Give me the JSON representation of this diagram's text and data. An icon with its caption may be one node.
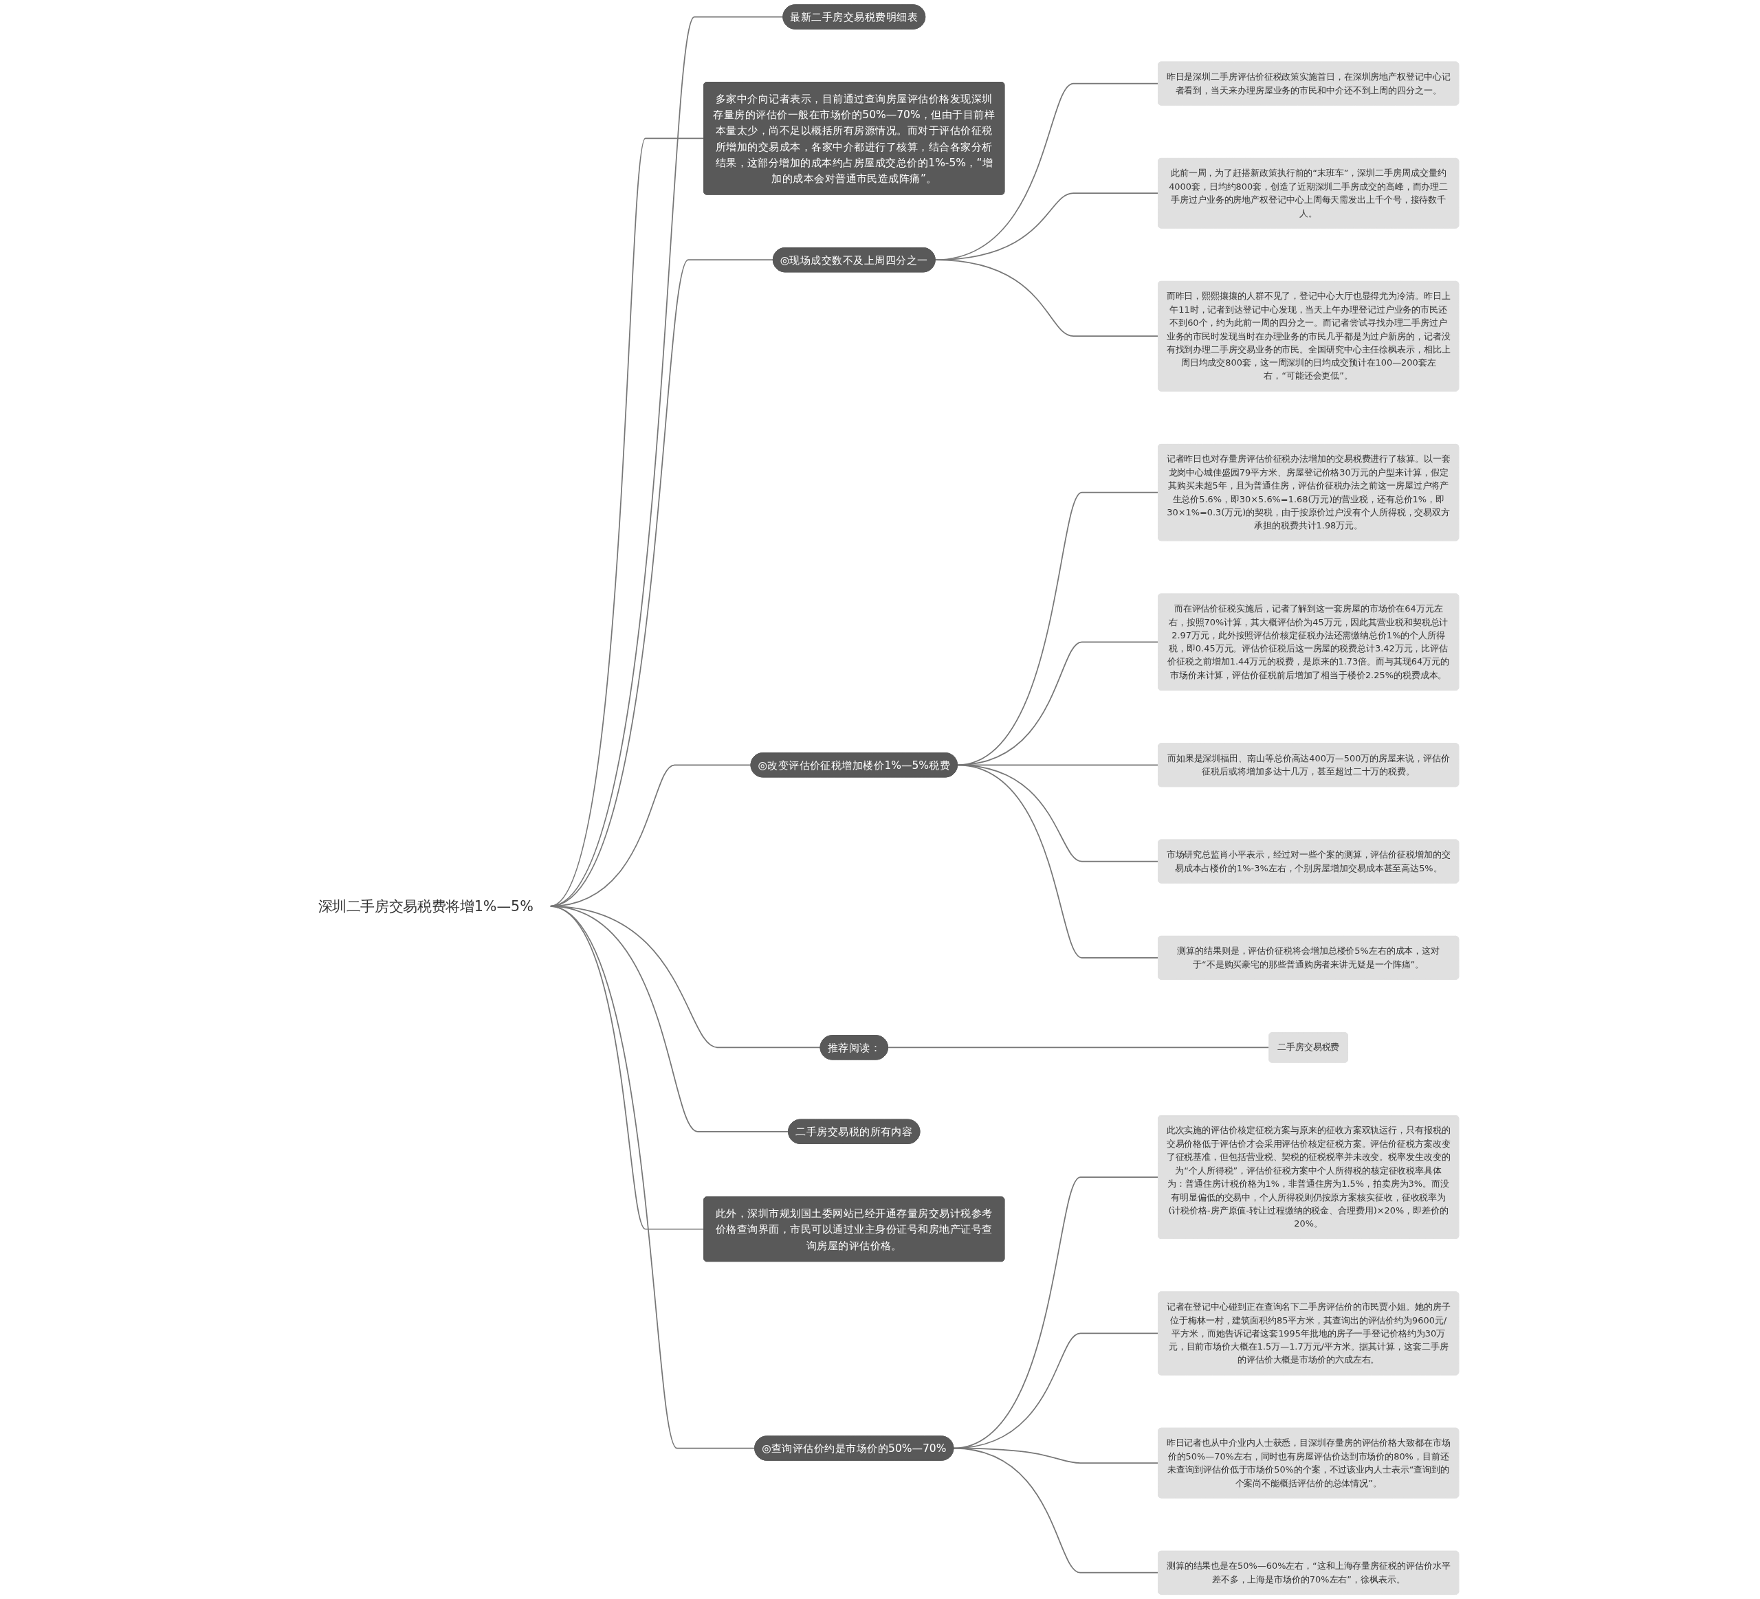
{
  "diagram": {
    "nodes": [
      {
        "text": [
          "深圳二手房交易税费将增1%—5%"
        ]
      },
      {
        "text": [
          "最新二手房交易税费明细表"
        ]
      },
      {
        "text": [
          "多家中介向记者表示，目前通过查询房屋评估价格发现深圳存量房的评估价一般在市场价的50%—70%，但由于目前样本量太少，尚不足以概括所有房源情况。而对于评估价征税所增加的交易成本，各家中介都进行了核算，结合各家分析结果，这部分增加的成本约占房屋成交总价的1%-5%，“增加的成本会对普通市民造成阵痛”。"
        ]
      },
      {
        "text": [
          "◎现场成交数不及上周四分之一"
        ]
      },
      {
        "text": [
          "昨日是深圳二手房评估价征税政策实施首日，在深圳房地产权登记中心记者看到，当天来办理房屋业务的市民和中介还不到上周的四分之一。"
        ]
      },
      {
        "text": [
          "此前一周，为了赶搭新政策执行前的“末班车”，深圳二手房周成交量约4000套，日均约800套，创造了近期深圳二手房成交的高峰，而办理二手房过户业务的房地产权登记中心上周每天需发出上千个号，接待数千人。"
        ]
      },
      {
        "text": [
          "而昨日，熙熙攘攘的人群不见了，登记中心大厅也显得尤为冷清。昨日上午11时，记者到达登记中心发现，当天上午办理登记过户业务的市民还不到60个，约为此前一周的四分之一。而记者尝试寻找办理二手房过户业务的市民时发现当时在办理业务的市民几乎都是为过户新房的，记者没有找到办理二手房交易业务的市民。全国研究中心主任徐枫表示，相比上周日均成交800套，这一周深圳的日均成交预计在100—200套左右，“可能还会更低”。"
        ]
      },
      {
        "text": [
          "◎改变评估价征税增加楼价1%—5%税费"
        ]
      },
      {
        "text": [
          "记者昨日也对存量房评估价征税办法增加的交易税费进行了核算。以一套龙岗中心城佳盛园79平方米、房屋登记价格30万元的户型来计算，假定其购买未超5年，且为普通住房，评估价征税办法之前这一房屋过户将产生总价5.6%，即30×5.6%=1.68(万元)的营业税，还有总价1%，即30×1%=0.3(万元)的契税，由于按原价过户没有个人所得税，交易双方承担的税费共计1.98万元。"
        ]
      },
      {
        "text": [
          "而在评估价征税实施后，记者了解到这一套房屋的市场价在64万元左右，按照70%计算，其大概评估价为45万元，因此其营业税和契税总计2.97万元，此外按照评估价核定征税办法还需缴纳总价1%的个人所得税，即0.45万元。评估价征税后这一房屋的税费总计3.42万元，比评估价征税之前增加1.44万元的税费，是原来的1.73倍。而与其现64万元的市场价来计算，评估价征税前后增加了相当于楼价2.25%的税费成本。"
        ]
      },
      {
        "text": [
          "而如果是深圳福田、南山等总价高达400万—500万的房屋来说，评估价征税后或将增加多达十几万，甚至超过二十万的税费。"
        ]
      },
      {
        "text": [
          "市场研究总监肖小平表示，经过对一些个案的测算，评估价征税增加的交易成本占楼价的1%-3%左右，个别房屋增加交易成本甚至高达5%。"
        ]
      },
      {
        "text": [
          "测算的结果则是，评估价征税将会增加总楼价5%左右的成本，这对于“不是购买豪宅的那些普通购房者来讲无疑是一个阵痛”。"
        ]
      },
      {
        "text": [
          "推荐阅读："
        ]
      },
      {
        "text": [
          "二手房交易税费"
        ]
      },
      {
        "text": [
          "二手房交易税的所有内容"
        ]
      },
      {
        "text": [
          "此外，深圳市规划国土委网站已经开通存量房交易计税参考价格查询界面，市民可以通过业主身份证号和房地产证号查询房屋的评估价格。"
        ]
      },
      {
        "text": [
          "◎查询评估价约是市场价的50%—70%"
        ]
      },
      {
        "text": [
          "此次实施的评估价核定征税方案与原来的征收方案双轨运行，只有报税的交易价格低于评估价才会采用评估价核定征税方案。评估价征税方案改变了征税基准，但包括营业税、契税的征税税率并未改变。税率发生改变的为“个人所得税”，评估价征税方案中个人所得税的核定征收税率具体为：普通住房计税价格为1%，非普通住房为1.5%，拍卖房为3%。而没有明显偏低的交易中，个人所得税则仍按原方案核实征收，征收税率为(计税价格-房产原值-转让过程缴纳的税金、合理费用)×20%，即差价的20%。"
        ]
      },
      {
        "text": [
          "记者在登记中心碰到正在查询名下二手房评估价的市民贾小姐。她的房子位于梅林一村，建筑面积约85平方米，其查询出的评估价约为9600元/平方米，而她告诉记者这套1995年批地的房子一手登记价格约为30万元，目前市场价大概在1.5万—1.7万元/平方米。据其计算，这套二手房的评估价大概是市场价的六成左右。"
        ]
      },
      {
        "text": [
          "昨日记者也从中介业内人士获悉，目深圳存量房的评估价格大致都在市场价的50%—70%左右，同时也有房屋评估价达到市场价的80%，目前还未查询到评估价低于市场价50%的个案，不过该业内人士表示“查询到的个案尚不能概括评估价的总体情况”。"
        ]
      },
      {
        "text": [
          "测算的结果也是在50%—60%左右，“这和上海存量房征税的评估价水平差不多，上海是市场价的70%左右”，徐枫表示。"
        ]
      }
    ],
    "edges": [
      {
        "from": 0,
        "to": 1,
        "arrow": "none"
      },
      {
        "from": 0,
        "to": 2,
        "arrow": "none"
      },
      {
        "from": 0,
        "to": 3,
        "arrow": "none"
      },
      {
        "from": 3,
        "to": 4,
        "arrow": "none"
      },
      {
        "from": 3,
        "to": 5,
        "arrow": "none"
      },
      {
        "from": 3,
        "to": 6,
        "arrow": "none"
      },
      {
        "from": 0,
        "to": 7,
        "arrow": "none"
      },
      {
        "from": 7,
        "to": 8,
        "arrow": "none"
      },
      {
        "from": 7,
        "to": 9,
        "arrow": "none"
      },
      {
        "from": 7,
        "to": 10,
        "arrow": "none"
      },
      {
        "from": 7,
        "to": 11,
        "arrow": "none"
      },
      {
        "from": 7,
        "to": 12,
        "arrow": "none"
      },
      {
        "from": 0,
        "to": 13,
        "arrow": "none"
      },
      {
        "from": 13,
        "to": 14,
        "arrow": "none"
      },
      {
        "from": 0,
        "to": 15,
        "arrow": "none"
      },
      {
        "from": 0,
        "to": 16,
        "arrow": "none"
      },
      {
        "from": 0,
        "to": 17,
        "arrow": "none"
      },
      {
        "from": 17,
        "to": 18,
        "arrow": "none"
      },
      {
        "from": 17,
        "to": 19,
        "arrow": "none"
      },
      {
        "from": 17,
        "to": 20,
        "arrow": "none"
      },
      {
        "from": 17,
        "to": 21,
        "arrow": "none"
      }
    ]
  }
}
